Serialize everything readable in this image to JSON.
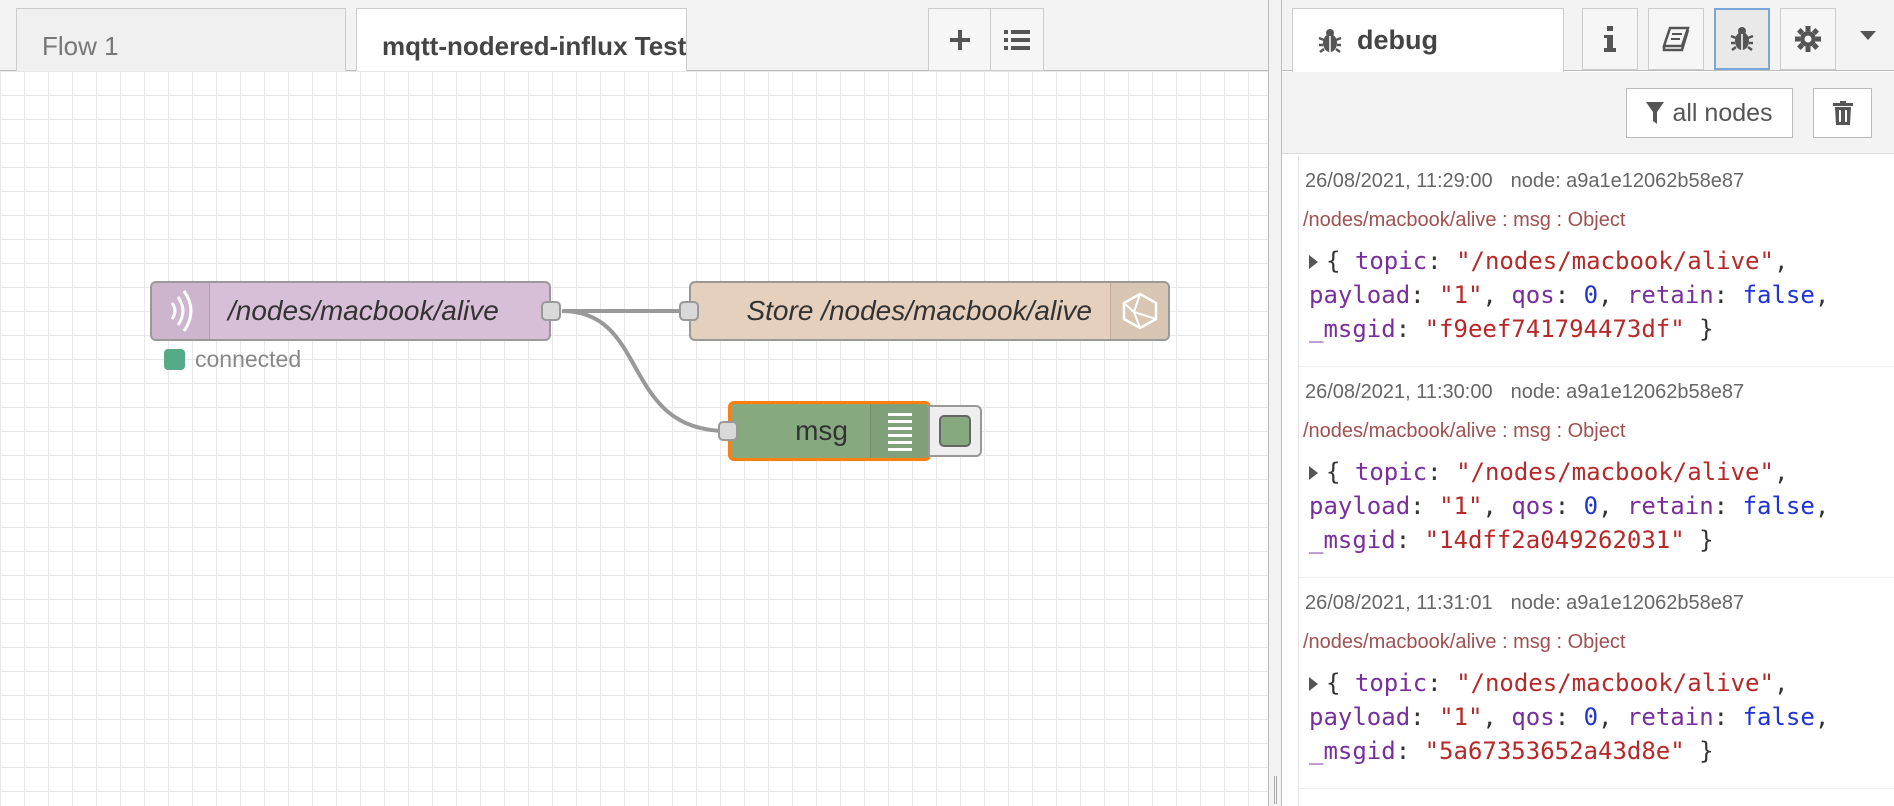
{
  "workspace": {
    "tabs": [
      {
        "label": "Flow 1",
        "active": false
      },
      {
        "label": "mqtt-nodered-influx Test",
        "active": true
      }
    ],
    "add_tab_icon": "plus-icon",
    "list_tabs_icon": "list-icon",
    "nodes": {
      "mqtt_in": {
        "label": "/nodes/macbook/alive",
        "icon": "mqtt-wave-icon",
        "status": "connected",
        "status_color": "#55aa88",
        "color": "#d8bfd8"
      },
      "influx_out": {
        "label": "Store /nodes/macbook/alive",
        "icon": "influxdb-icon",
        "color": "#e4d0bc"
      },
      "debug": {
        "label": "msg",
        "icon": "debug-lines-icon",
        "color": "#87a980",
        "selected_border": "#ff7f0e"
      }
    }
  },
  "sidebar": {
    "active_tab": "debug",
    "tab_buttons": [
      {
        "icon": "info-icon"
      },
      {
        "icon": "book-icon"
      },
      {
        "icon": "bug-icon"
      },
      {
        "icon": "gear-icon"
      }
    ],
    "filter_label": "all nodes",
    "messages": [
      {
        "time": "26/08/2021, 11:29:00",
        "node": "node: a9a1e12062b58e87",
        "topic_line": "/nodes/macbook/alive : msg : Object",
        "topic": "\"/nodes/macbook/alive\"",
        "payload": "\"1\"",
        "qos": "0",
        "retain": "false",
        "msgid": "\"f9eef741794473df\""
      },
      {
        "time": "26/08/2021, 11:30:00",
        "node": "node: a9a1e12062b58e87",
        "topic_line": "/nodes/macbook/alive : msg : Object",
        "topic": "\"/nodes/macbook/alive\"",
        "payload": "\"1\"",
        "qos": "0",
        "retain": "false",
        "msgid": "\"14dff2a049262031\""
      },
      {
        "time": "26/08/2021, 11:31:01",
        "node": "node: a9a1e12062b58e87",
        "topic_line": "/nodes/macbook/alive : msg : Object",
        "topic": "\"/nodes/macbook/alive\"",
        "payload": "\"1\"",
        "qos": "0",
        "retain": "false",
        "msgid": "\"5a67353652a43d8e\""
      }
    ],
    "keys": {
      "topic": "topic",
      "payload": "payload",
      "qos": "qos",
      "retain": "retain",
      "msgid": "_msgid"
    },
    "tab_title": "debug"
  }
}
